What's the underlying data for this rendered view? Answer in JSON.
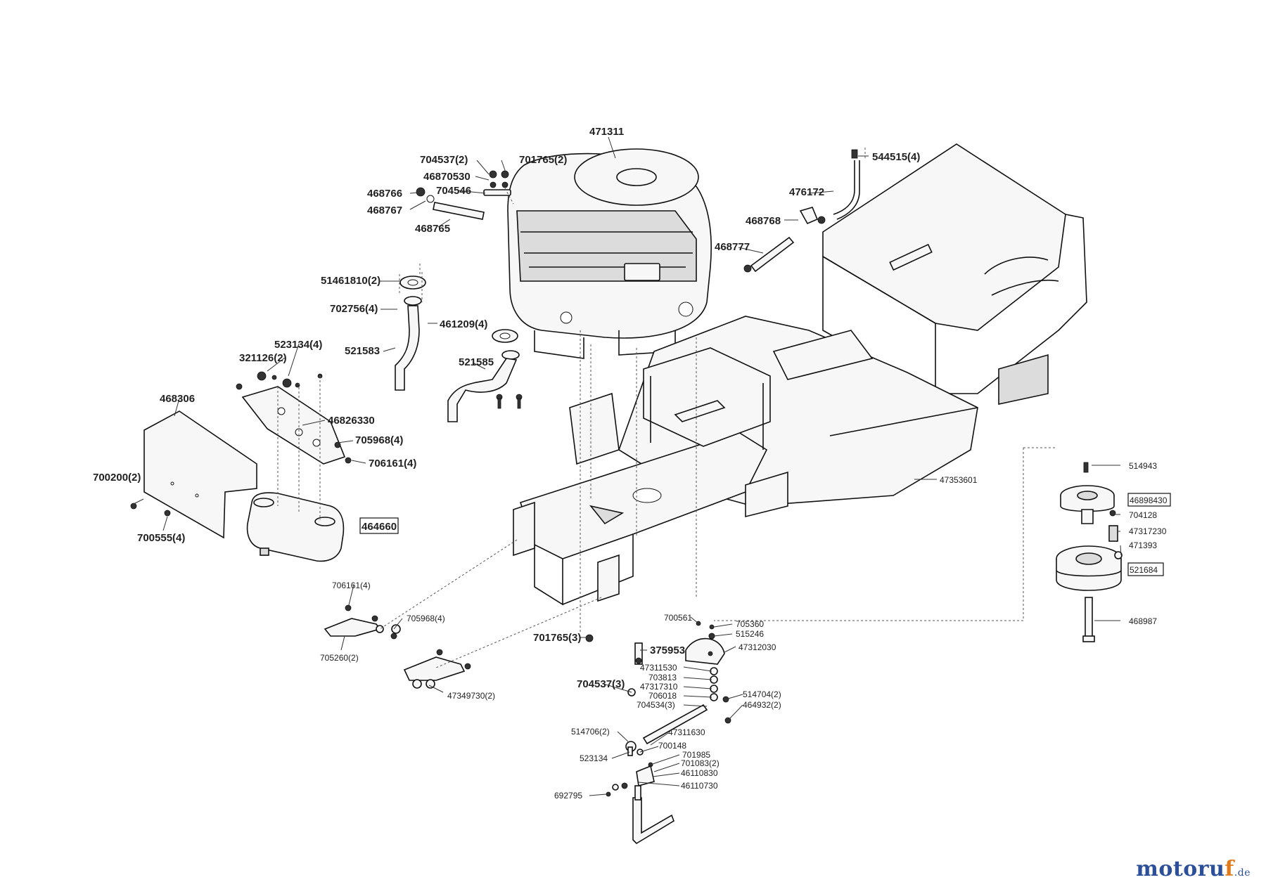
{
  "brand": {
    "name_main": "motoru",
    "name_accent": "f",
    "suffix": ".de"
  },
  "labels": {
    "l_471311": "471311",
    "l_704537_2": "704537(2)",
    "l_701765_2": "701765(2)",
    "l_46870530": "46870530",
    "l_704546": "704546",
    "l_468766": "468766",
    "l_468767": "468767",
    "l_468765": "468765",
    "l_544515_4": "544515(4)",
    "l_476172": "476172",
    "l_468768": "468768",
    "l_468777": "468777",
    "l_51461810_2": "51461810(2)",
    "l_702756_4": "702756(4)",
    "l_461209_4": "461209(4)",
    "l_521583": "521583",
    "l_521585": "521585",
    "l_523134_4": "523134(4)",
    "l_321126_2": "321126(2)",
    "l_468306": "468306",
    "l_46826330": "46826330",
    "l_705968_4a": "705968(4)",
    "l_706161_4a": "706161(4)",
    "l_700200_2": "700200(2)",
    "l_464660": "464660",
    "l_700555_4": "700555(4)",
    "l_47353601": "47353601",
    "l_514943": "514943",
    "l_46898430": "46898430",
    "l_704128": "704128",
    "l_47317230": "47317230",
    "l_471393": "471393",
    "l_521684": "521684",
    "l_468987": "468987",
    "l_706161_4b": "706161(4)",
    "l_705968_4b": "705968(4)",
    "l_705260_2": "705260(2)",
    "l_47349730_2": "47349730(2)",
    "l_701765_3": "701765(3)",
    "l_700561": "700561",
    "l_705360": "705360",
    "l_515246": "515246",
    "l_375953": "375953",
    "l_47312030": "47312030",
    "l_47311530": "47311530",
    "l_703813": "703813",
    "l_704537_3": "704537(3)",
    "l_47317310": "47317310",
    "l_706018": "706018",
    "l_704534_3": "704534(3)",
    "l_514704_2": "514704(2)",
    "l_464932_2": "464932(2)",
    "l_514706_2": "514706(2)",
    "l_47311630": "47311630",
    "l_700148": "700148",
    "l_523134": "523134",
    "l_701985": "701985",
    "l_701083_2": "701083(2)",
    "l_46110830": "46110830",
    "l_46110730": "46110730",
    "l_692795": "692795"
  },
  "icons": [
    "engine-icon",
    "muffler-icon",
    "pulley-icon",
    "clutch-icon",
    "frame-icon"
  ]
}
